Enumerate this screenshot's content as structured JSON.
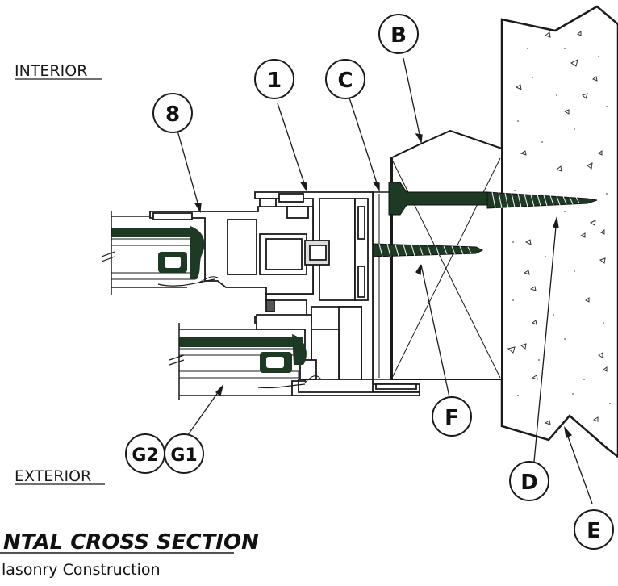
{
  "side_labels": {
    "interior": "INTERIOR",
    "exterior": "EXTERIOR"
  },
  "callouts": {
    "b": "B",
    "one": "1",
    "c": "C",
    "eight": "8",
    "f": "F",
    "g2": "G2",
    "g1": "G1",
    "d": "D",
    "e": "E"
  },
  "title": {
    "main": "NTAL CROSS SECTION",
    "sub": "lasonry Construction"
  },
  "colors": {
    "line": "#1a1a1a",
    "seal": "#1f3a24",
    "wood_fill": "#ffffff",
    "masonry_fill": "#ffffff"
  }
}
